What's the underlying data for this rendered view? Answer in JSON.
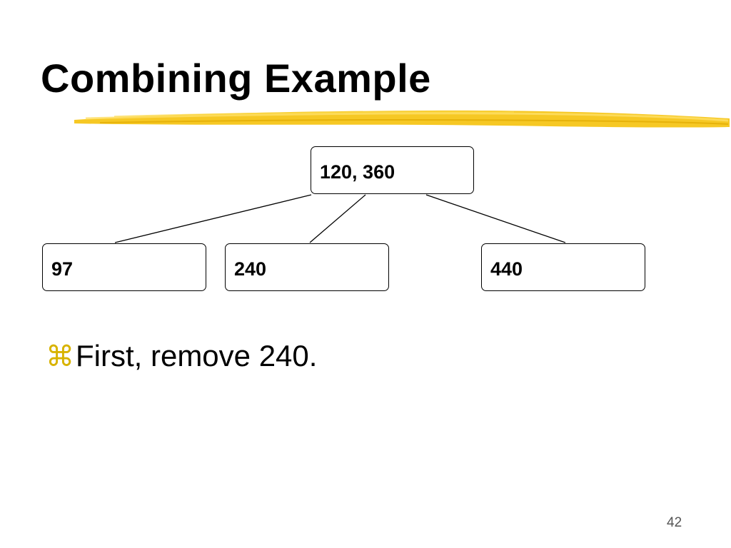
{
  "slide": {
    "title": "Combining Example",
    "accent_color": "#f5c518",
    "bullet_icon": "command-key-icon",
    "bullet_glyph": "⌘",
    "bullet_text": "First, remove 240.",
    "page_number": "42"
  },
  "tree": {
    "root": {
      "label": "120, 360"
    },
    "children": [
      {
        "label": "97"
      },
      {
        "label": "240"
      },
      {
        "label": "440"
      }
    ]
  }
}
